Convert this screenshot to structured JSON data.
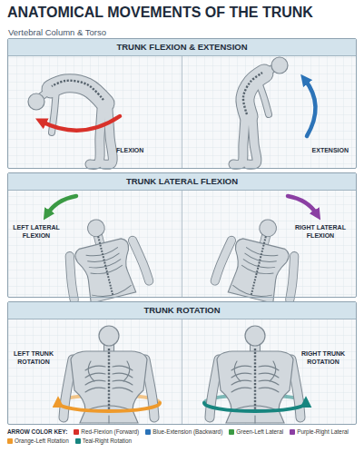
{
  "diagram": {
    "title": "ANATOMICAL MOVEMENTS OF THE TRUNK",
    "nodes": [
      {
        "text": [
          "TRUNK FLEXION & EXTENSION"
        ]
      },
      {
        "text": [
          "FLEXION"
        ],
        "in": 0
      },
      {
        "text": [
          "EXTENSION"
        ],
        "in": 0
      },
      {
        "text": [
          "TRUNK LATERAL FLEXION"
        ]
      },
      {
        "text": [
          "LEFT LATERAL FLEXION"
        ],
        "in": 3
      },
      {
        "text": [
          "RIGHT LATERAL FLEXION"
        ],
        "in": 3
      },
      {
        "text": [
          "TRUNK ROTATION"
        ]
      },
      {
        "text": [
          "LEFT TRUNK ROTATION"
        ],
        "in": 6
      },
      {
        "text": [
          "RIGHT TRUNK ROTATION"
        ],
        "in": 6
      }
    ],
    "labels": [
      "Vertebral Column & Torso",
      "ARROW COLOR KEY:"
    ],
    "legend": [
      {
        "text": "Red-Flexion (Forward)",
        "color": "#d8312a"
      },
      {
        "text": "Blue-Extension (Backward)",
        "color": "#2b73b8"
      },
      {
        "text": "Green-Left Lateral",
        "color": "#3b9a44"
      },
      {
        "text": "Purple-Right Lateral",
        "color": "#8b3fa3"
      },
      {
        "text": "Orange-Left Rotation",
        "color": "#ee9a2c"
      },
      {
        "text": "Teal-Right Rotation",
        "color": "#17857f"
      }
    ]
  }
}
